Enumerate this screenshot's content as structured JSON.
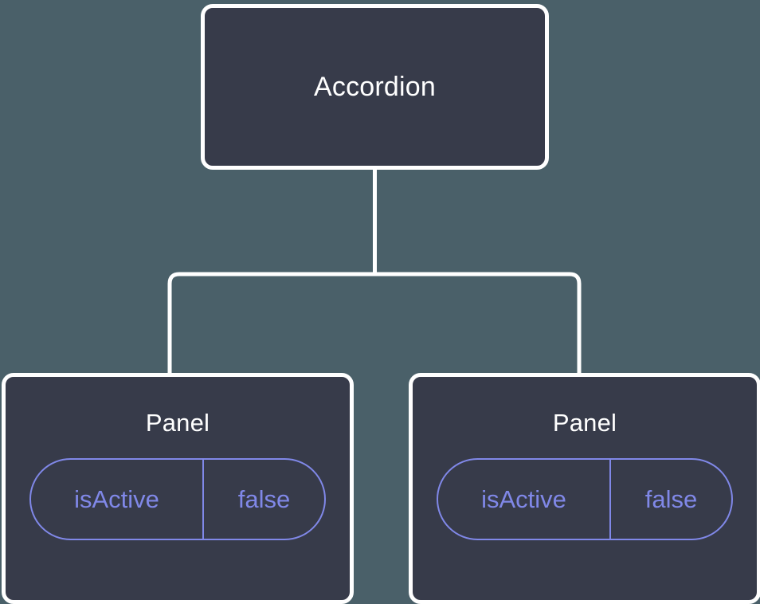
{
  "canvas": {
    "background_color": "#4a6069",
    "node_fill_color": "#373b4a",
    "node_border_color": "#ffffff",
    "edge_color": "#ffffff",
    "prop_accent_color": "#8088e8",
    "title_color": "#ffffff"
  },
  "tree": {
    "root": {
      "title": "Accordion"
    },
    "children": [
      {
        "title": "Panel",
        "props": [
          {
            "key": "isActive",
            "value": "false"
          }
        ]
      },
      {
        "title": "Panel",
        "props": [
          {
            "key": "isActive",
            "value": "false"
          }
        ]
      }
    ]
  }
}
